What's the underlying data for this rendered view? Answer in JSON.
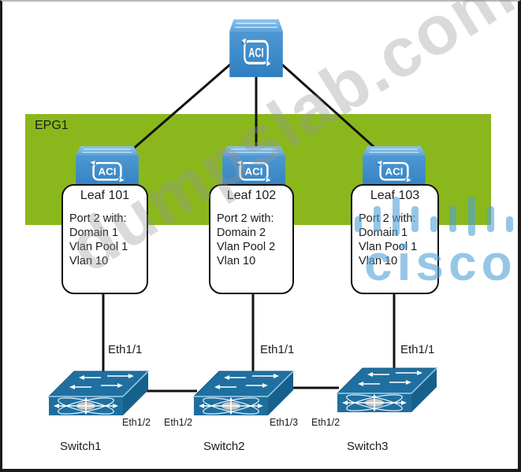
{
  "epg": {
    "label": "EPG1",
    "color": "#8ab81c"
  },
  "spine": {
    "icon": "aci-spine-icon",
    "badge": "ACI"
  },
  "leaves": [
    {
      "title": "Leaf 101",
      "badge": "ACI",
      "lines": [
        "Port 2 with:",
        "Domain 1",
        "Vlan Pool 1",
        "Vlan 10"
      ],
      "uplink": "Eth1/1"
    },
    {
      "title": "Leaf 102",
      "badge": "ACI",
      "lines": [
        "Port 2 with:",
        "Domain 2",
        "Vlan Pool 2",
        "Vlan 10"
      ],
      "uplink": "Eth1/1"
    },
    {
      "title": "Leaf 103",
      "badge": "ACI",
      "lines": [
        "Port 2 with:",
        "Domain 1",
        "Vlan Pool 1",
        "Vlan 10"
      ],
      "uplink": "Eth1/1"
    }
  ],
  "switches": [
    {
      "name": "Switch1",
      "uplink": "Eth1/1",
      "ports": [
        "Eth1/2"
      ]
    },
    {
      "name": "Switch2",
      "uplink": "Eth1/1",
      "ports": [
        "Eth1/2",
        "Eth1/3"
      ]
    },
    {
      "name": "Switch3",
      "uplink": "Eth1/1",
      "ports": [
        "Eth1/2"
      ]
    }
  ],
  "colors": {
    "aci_blue": "#3f8fce",
    "switch_blue": "#1e6f9e",
    "border": "#1a1a1a"
  },
  "watermark": {
    "text": "dumpslab.com",
    "logo": "cisco"
  }
}
